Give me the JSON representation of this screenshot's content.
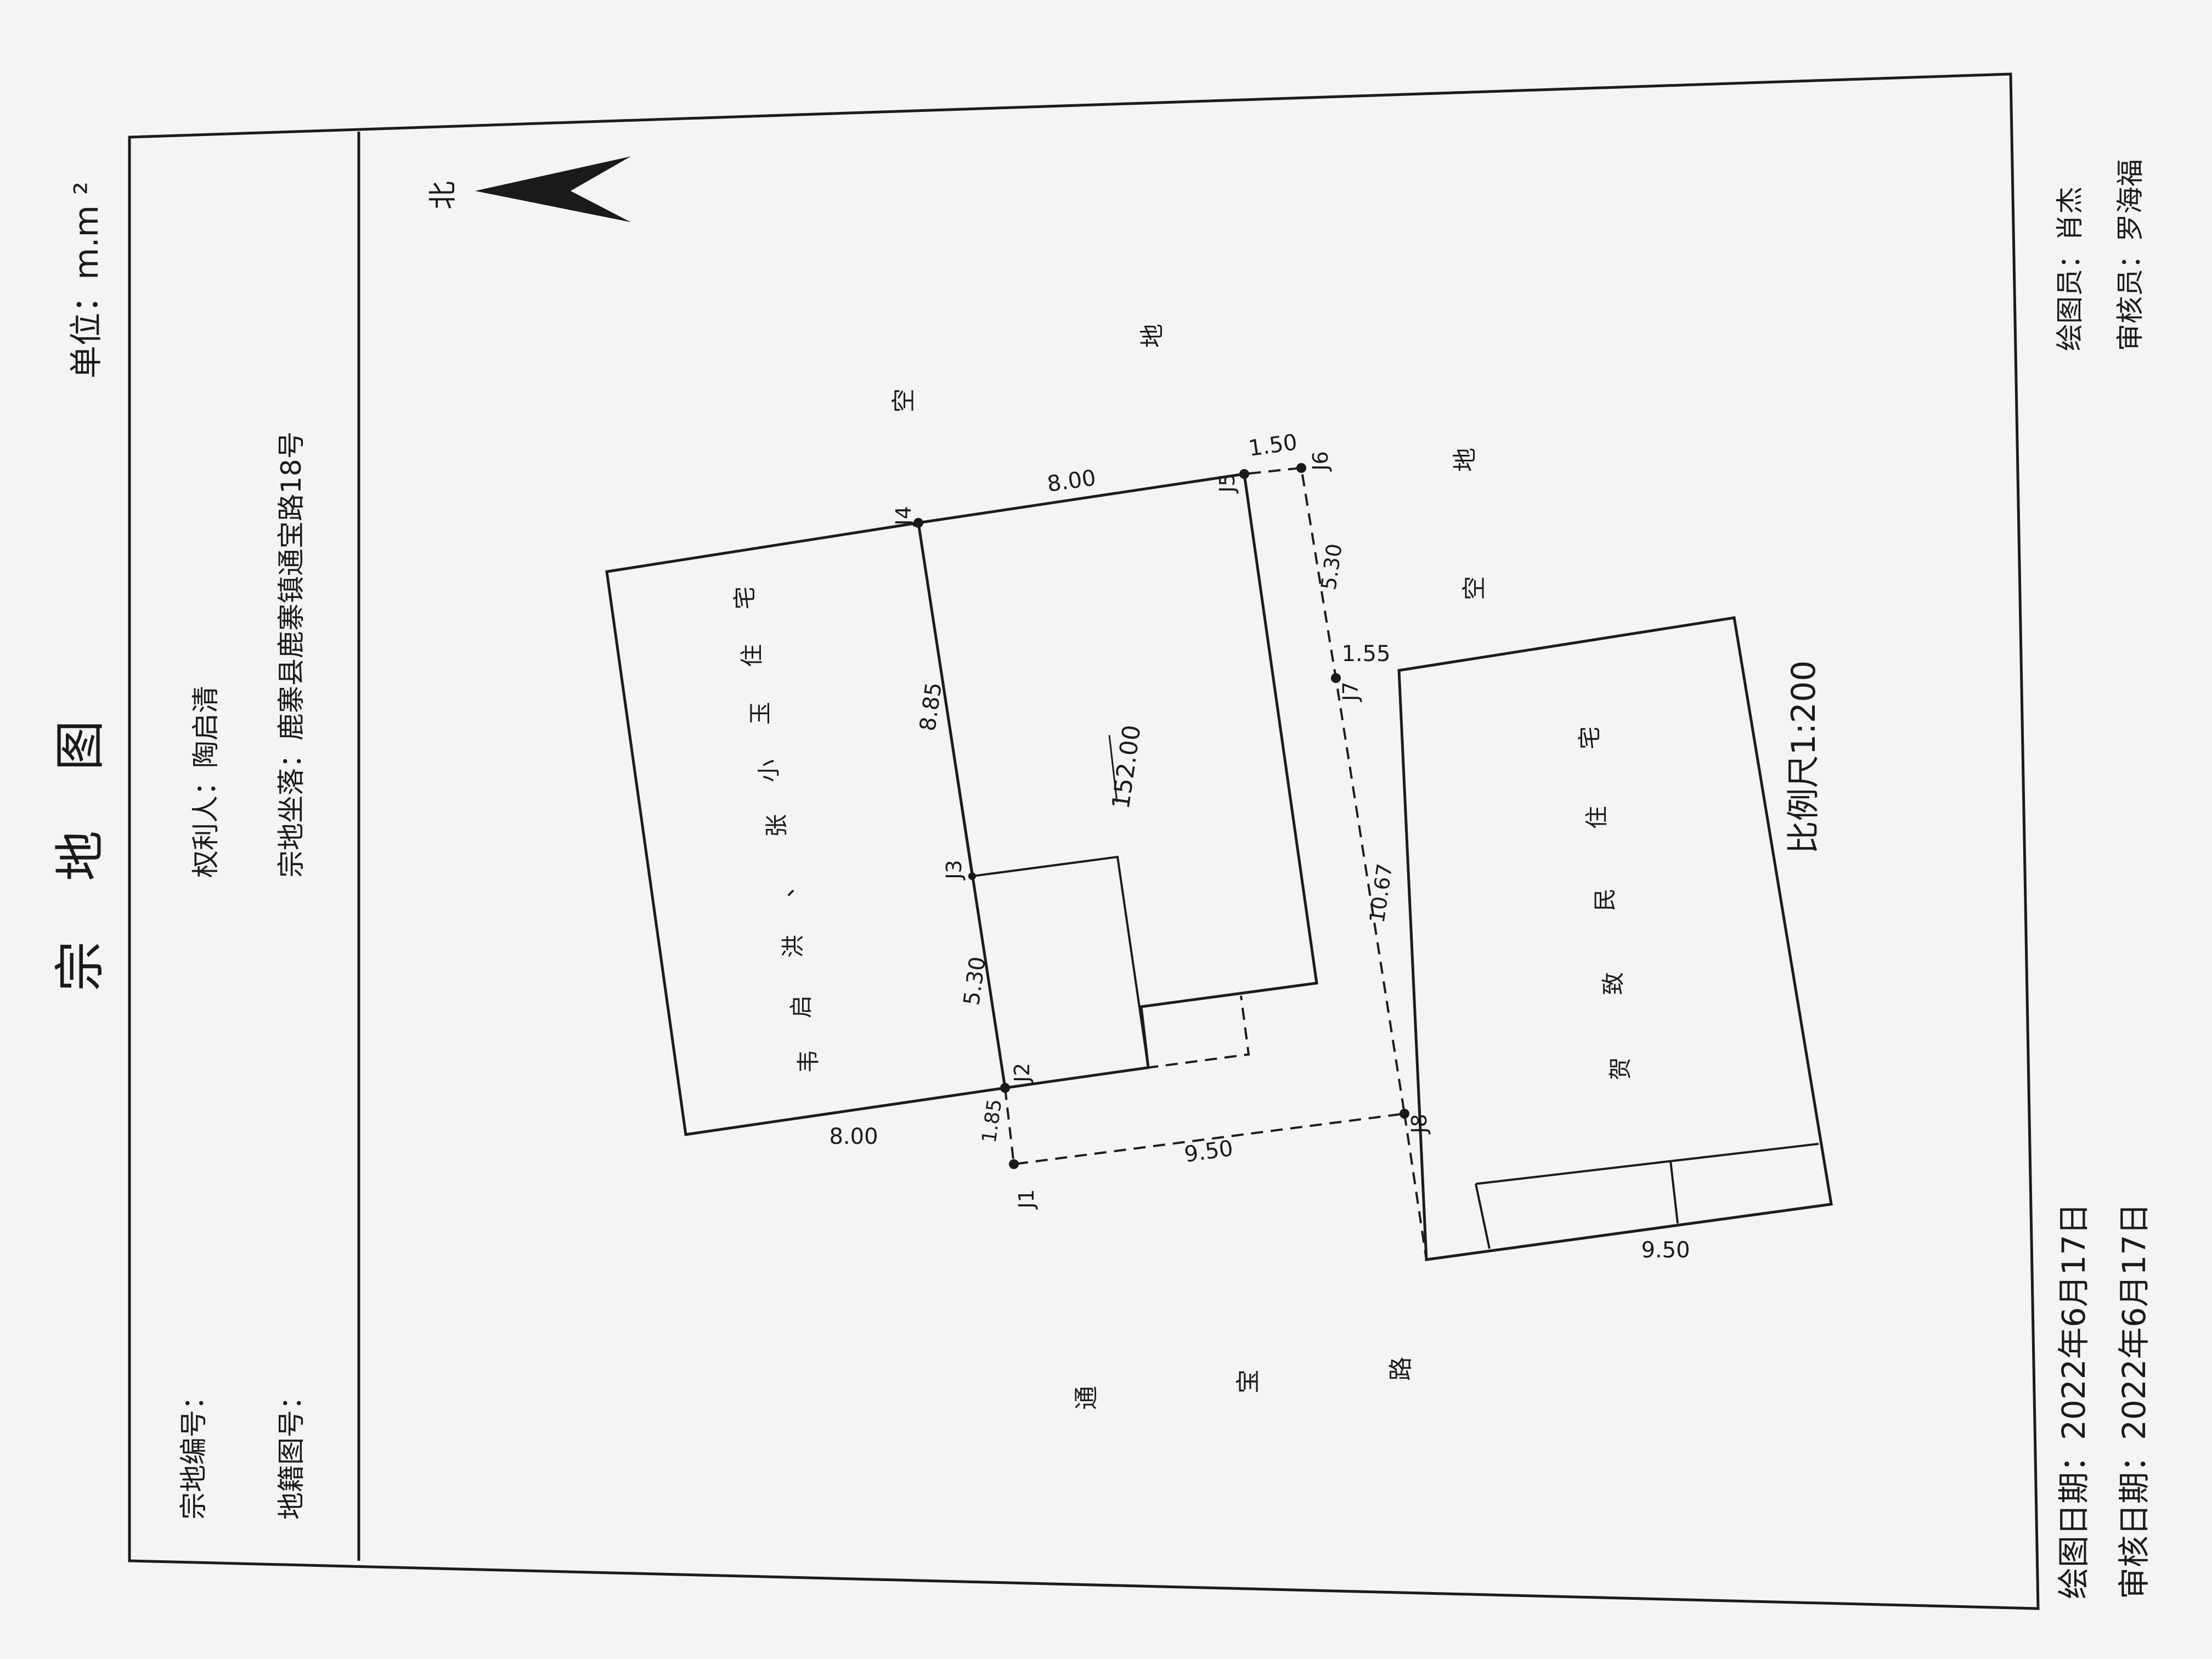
{
  "document": {
    "title": "宗 地 图",
    "unit": "单位：m.m ²",
    "parcel_no_label": "宗地编号：",
    "map_no_label": "地籍图号：",
    "owner": "权利人：陶启清",
    "location": "宗地坐落：鹿寨县鹿寨镇通宝路18号",
    "north": "北",
    "scale": "比例尺1:200",
    "draw_date": "绘图日期：2022年6月17日",
    "check_date": "审核日期：2022年6月17日",
    "drawer": "绘图员：肖杰",
    "checker": "审核员：罗海福"
  },
  "map": {
    "parcel_owners": [
      "韦",
      "启",
      "洪",
      "、",
      "张",
      "小",
      "玉",
      "住",
      "宅"
    ],
    "neighbor_house": [
      "贺",
      "致",
      "民",
      "住",
      "宅"
    ],
    "road": [
      "通",
      "宝",
      "路"
    ],
    "vacant_top": [
      "空",
      "地"
    ],
    "vacant_right": [
      "空",
      "地"
    ],
    "area": "152.00",
    "points": [
      "J1",
      "J2",
      "J3",
      "J4",
      "J5",
      "J6",
      "J7",
      "J8"
    ],
    "dims": {
      "d_bottom_left": "8.00",
      "d_j4_j5": "8.00",
      "d_j3_j4": "8.85",
      "d_j2_j3": "5.30",
      "d_j1_j2": "1.85",
      "d_j1_j8": "9.50",
      "d_j5_j6": "1.50",
      "d_j6_j7": "5.30",
      "d_j7_j8": "10.67",
      "d_155": "1.55",
      "d_neighbor": "9.50"
    }
  }
}
